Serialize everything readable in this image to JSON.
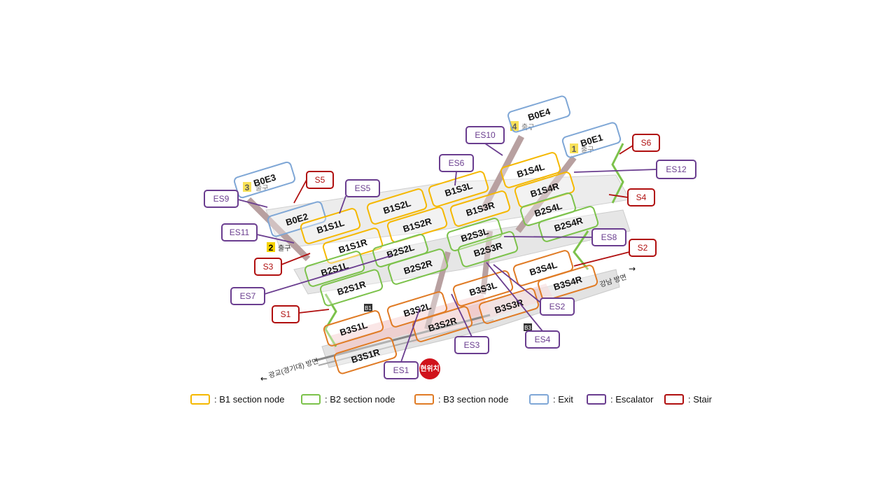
{
  "colors": {
    "b1": "#f5b800",
    "b2": "#7cc24b",
    "b3": "#e07b25",
    "exit": "#7fa7d6",
    "escalator": "#6a3d8f",
    "stair": "#b00f0f",
    "current": "#d0121b"
  },
  "station": {
    "exit_word": "출구",
    "exit_numbers": [
      "1",
      "2",
      "3",
      "4"
    ],
    "direction_left": "광교(경기대) 방면",
    "direction_right": "강남 방면",
    "floor_b1": "B1",
    "floor_b3": "B3",
    "current_location": "현위치"
  },
  "nodes": [
    {
      "id": "B0E3",
      "kind": "exit"
    },
    {
      "id": "B0E2",
      "kind": "exit"
    },
    {
      "id": "B0E4",
      "kind": "exit"
    },
    {
      "id": "B0E1",
      "kind": "exit"
    },
    {
      "id": "B1S1L",
      "kind": "b1"
    },
    {
      "id": "B1S1R",
      "kind": "b1"
    },
    {
      "id": "B1S2L",
      "kind": "b1"
    },
    {
      "id": "B1S2R",
      "kind": "b1"
    },
    {
      "id": "B1S3L",
      "kind": "b1"
    },
    {
      "id": "B1S3R",
      "kind": "b1"
    },
    {
      "id": "B1S4L",
      "kind": "b1"
    },
    {
      "id": "B1S4R",
      "kind": "b1"
    },
    {
      "id": "B2S1L",
      "kind": "b2"
    },
    {
      "id": "B2S1R",
      "kind": "b2"
    },
    {
      "id": "B2S2L",
      "kind": "b2"
    },
    {
      "id": "B2S2R",
      "kind": "b2"
    },
    {
      "id": "B2S3L",
      "kind": "b2"
    },
    {
      "id": "B2S3R",
      "kind": "b2"
    },
    {
      "id": "B2S4L",
      "kind": "b2"
    },
    {
      "id": "B2S4R",
      "kind": "b2"
    },
    {
      "id": "B3S1L",
      "kind": "b3"
    },
    {
      "id": "B3S1R",
      "kind": "b3"
    },
    {
      "id": "B3S2L",
      "kind": "b3"
    },
    {
      "id": "B3S2R",
      "kind": "b3"
    },
    {
      "id": "B3S3L",
      "kind": "b3"
    },
    {
      "id": "B3S3R",
      "kind": "b3"
    },
    {
      "id": "B3S4L",
      "kind": "b3"
    },
    {
      "id": "B3S4R",
      "kind": "b3"
    }
  ],
  "callouts": [
    {
      "id": "ES9",
      "kind": "escalator"
    },
    {
      "id": "S5",
      "kind": "stair"
    },
    {
      "id": "ES5",
      "kind": "escalator"
    },
    {
      "id": "ES11",
      "kind": "escalator"
    },
    {
      "id": "S3",
      "kind": "stair"
    },
    {
      "id": "ES7",
      "kind": "escalator"
    },
    {
      "id": "S1",
      "kind": "stair"
    },
    {
      "id": "ES1",
      "kind": "escalator"
    },
    {
      "id": "ES3",
      "kind": "escalator"
    },
    {
      "id": "ES4",
      "kind": "escalator"
    },
    {
      "id": "ES2",
      "kind": "escalator"
    },
    {
      "id": "ES8",
      "kind": "escalator"
    },
    {
      "id": "S2",
      "kind": "stair"
    },
    {
      "id": "S4",
      "kind": "stair"
    },
    {
      "id": "ES12",
      "kind": "escalator"
    },
    {
      "id": "S6",
      "kind": "stair"
    },
    {
      "id": "ES10",
      "kind": "escalator"
    },
    {
      "id": "ES6",
      "kind": "escalator"
    }
  ],
  "legend": [
    {
      "kind": "b1",
      "label": ": B1  section  node"
    },
    {
      "kind": "b2",
      "label": ": B2  section  node"
    },
    {
      "kind": "b3",
      "label": ": B3  section  node"
    },
    {
      "kind": "exit",
      "label": ": Exit"
    },
    {
      "kind": "escalator",
      "label": ": Escalator"
    },
    {
      "kind": "stair",
      "label": ": Stair"
    }
  ]
}
